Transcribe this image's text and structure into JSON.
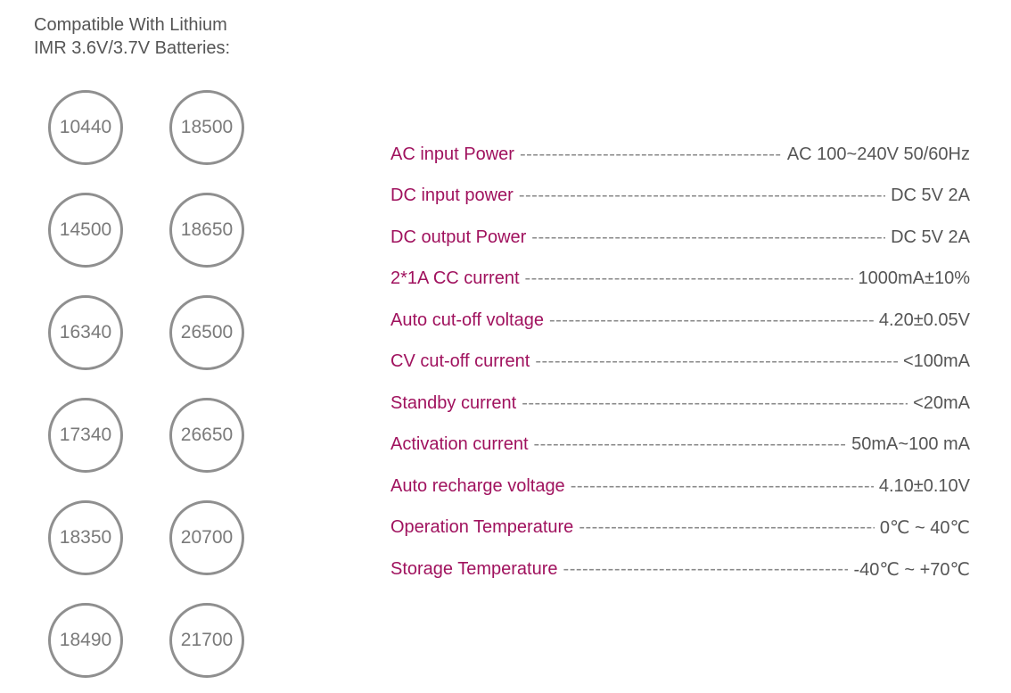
{
  "heading": {
    "line1": "Compatible With Lithium",
    "line2": "IMR 3.6V/3.7V Batteries:"
  },
  "batteries": [
    "10440",
    "18500",
    "14500",
    "18650",
    "16340",
    "26500",
    "17340",
    "26650",
    "18350",
    "20700",
    "18490",
    "21700"
  ],
  "specs": [
    {
      "label": "AC input Power",
      "value": "AC 100~240V 50/60Hz"
    },
    {
      "label": "DC input power",
      "value": "DC 5V 2A"
    },
    {
      "label": "DC output Power",
      "value": "DC 5V 2A"
    },
    {
      "label": "2*1A CC current",
      "value": "1000mA±10%"
    },
    {
      "label": "Auto cut-off voltage",
      "value": "4.20±0.05V"
    },
    {
      "label": "CV cut-off current",
      "value": "<100mA"
    },
    {
      "label": "Standby current",
      "value": "<20mA"
    },
    {
      "label": "Activation current",
      "value": "50mA~100 mA"
    },
    {
      "label": "Auto recharge voltage",
      "value": "4.10±0.10V"
    },
    {
      "label": "Operation Temperature",
      "value": "0℃ ~ 40℃"
    },
    {
      "label": "Storage Temperature",
      "value": "-40℃ ~ +70℃"
    }
  ],
  "colors": {
    "label": "#a0125e",
    "value": "#555555",
    "circle": "#8f8f8f"
  }
}
